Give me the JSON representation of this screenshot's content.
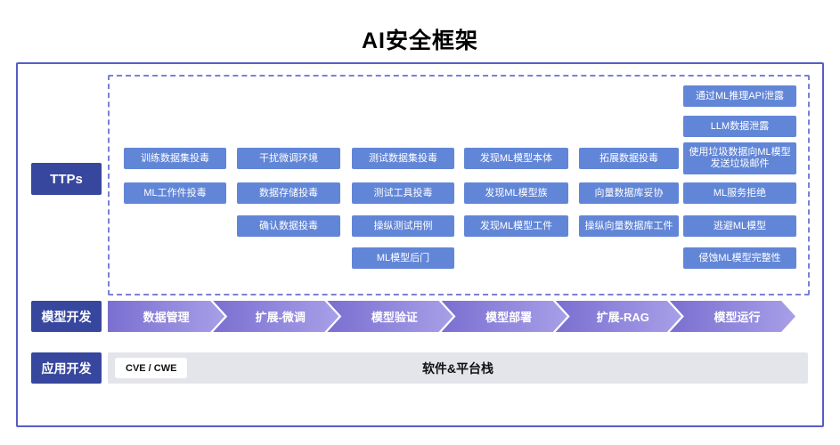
{
  "title": "AI安全框架",
  "sidebar": {
    "ttps_label": "TTPs",
    "model_dev_label": "模型开发",
    "app_dev_label": "应用开发"
  },
  "ttps": {
    "columns": [
      {
        "items": [
          "训练数据集投毒",
          "ML工作件投毒"
        ]
      },
      {
        "items": [
          "干扰微调环境",
          "数据存储投毒",
          "确认数据投毒"
        ]
      },
      {
        "items": [
          "测试数据集投毒",
          "测试工具投毒",
          "操纵测试用例",
          "ML模型后门"
        ]
      },
      {
        "items": [
          "发现ML模型本体",
          "发现ML模型族",
          "发现ML模型工件"
        ]
      },
      {
        "items": [
          "拓展数据投毒",
          "向量数据库妥协",
          "操纵向量数据库工件"
        ]
      },
      {
        "items": [
          "通过ML推理API泄露",
          "LLM数据泄露",
          "使用垃圾数据向ML模型发送垃圾邮件",
          "ML服务拒绝",
          "逃避ML模型",
          "侵蚀ML模型完整性"
        ]
      }
    ]
  },
  "pipeline": {
    "stages": [
      "数据管理",
      "扩展-微调",
      "模型验证",
      "模型部署",
      "扩展-RAG",
      "模型运行"
    ]
  },
  "app_layer": {
    "cve_label": "CVE / CWE",
    "stack_label": "软件&平台栈"
  },
  "colors": {
    "ttp_box": "#6286d7",
    "sidebar_box": "#37479e",
    "frame_border": "#565dc8",
    "dashed_border": "#7b80d6",
    "arrow_gradient_start": "#7a6fd0",
    "arrow_gradient_end": "#a89fe8",
    "app_bar": "#e4e5ea"
  }
}
